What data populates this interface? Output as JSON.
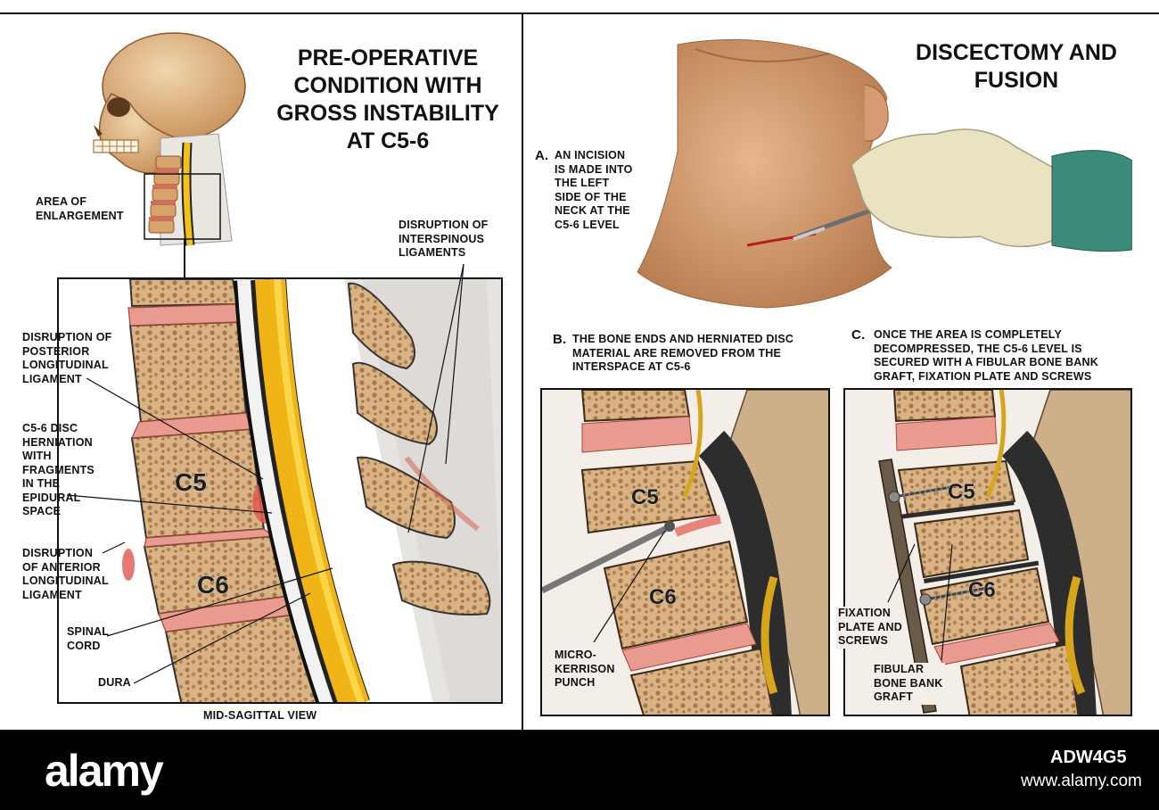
{
  "left": {
    "title": "PRE-OPERATIVE\nCONDITION WITH\nGROSS INSTABILITY\nAT C5-6",
    "label_area": "AREA OF\nENLARGEMENT",
    "label_interspinous": "DISRUPTION OF\nINTERSPINOUS\nLIGAMENTS",
    "label_posterior": "DISRUPTION OF\nPOSTERIOR\nLONGITUDINAL\nLIGAMENT",
    "label_herniation": "C5-6 DISC\nHERNIATION\nWITH\nFRAGMENTS\nIN THE\nEPIDURAL\nSPACE",
    "label_anterior": "DISRUPTION\nOF ANTERIOR\nLONGITUDINAL\nLIGAMENT",
    "label_cord": "SPINAL\nCORD",
    "label_dura": "DURA",
    "label_view": "MID-SAGITTAL VIEW",
    "vert_c5": "C5",
    "vert_c6": "C6"
  },
  "right": {
    "title": "DISCECTOMY AND\nFUSION",
    "step_a_letter": "A.",
    "step_a_text": "AN INCISION\nIS MADE INTO\nTHE LEFT\nSIDE OF THE\nNECK AT THE\nC5-6 LEVEL",
    "step_b_letter": "B.",
    "step_b_text": "THE BONE ENDS AND HERNIATED DISC\nMATERIAL  ARE REMOVED FROM THE\nINTERSPACE AT C5-6",
    "step_c_letter": "C.",
    "step_c_text": "ONCE THE AREA IS COMPLETELY\nDECOMPRESSED, THE C5-6 LEVEL IS\nSECURED WITH A  FIBULAR BONE BANK\nGRAFT, FIXATION PLATE AND SCREWS",
    "label_punch": "MICRO-\nKERRISON\nPUNCH",
    "label_plate": "FIXATION\nPLATE AND\nSCREWS",
    "label_graft": "FIBULAR\nBONE BANK\nGRAFT",
    "vert_c5": "C5",
    "vert_c6": "C6"
  },
  "footer": {
    "brand": "alamy",
    "image_id": "ADW4G5",
    "site": "www.alamy.com"
  }
}
